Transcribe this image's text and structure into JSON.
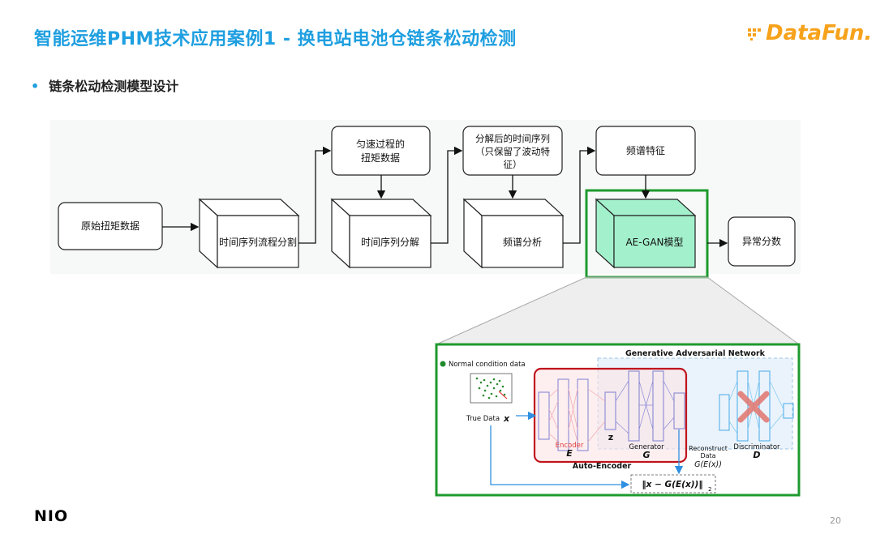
{
  "header": {
    "title": "智能运维PHM技术应用案例1 - 换电站电池仓链条松动检测",
    "logo_text": "DataFun."
  },
  "bullet": {
    "text": "链条松动检测模型设计"
  },
  "flow": {
    "raw": "原始扭矩数据",
    "seg": "时间序列流程分割",
    "const_l1": "匀速过程的",
    "const_l2": "扭矩数据",
    "decomp": "时间序列分解",
    "after_l1": "分解后的时间序列",
    "after_l2": "（只保留了波动特",
    "after_l3": "征）",
    "spec": "频谱分析",
    "spec_feat": "频谱特征",
    "model": "AE-GAN模型",
    "score": "异常分数"
  },
  "detail": {
    "gan_title": "Generative Adversarial Network",
    "normal": "Normal condition data",
    "true_data": "True Data",
    "true_x": "x",
    "encoder": "Encoder",
    "enc_letter": "E",
    "z": "z",
    "generator": "Generator",
    "gen_letter": "G",
    "reconstruct_l1": "Reconstruct",
    "reconstruct_l2": "Data",
    "reconstruct_l3": "G(E(x))",
    "discriminator": "Discriminator",
    "disc_letter": "D",
    "auto_encoder": "Auto-Encoder",
    "formula": "‖x − G(E(x))‖",
    "formula_sub": "2"
  },
  "footer": {
    "brand": "NIO",
    "page": "20"
  },
  "colors": {
    "title": "#1f9fe0",
    "logo": "#f7a21b",
    "model_fill": "#a3f0cc",
    "green_frame": "#1e9a2e",
    "red_frame": "#c0141c"
  }
}
